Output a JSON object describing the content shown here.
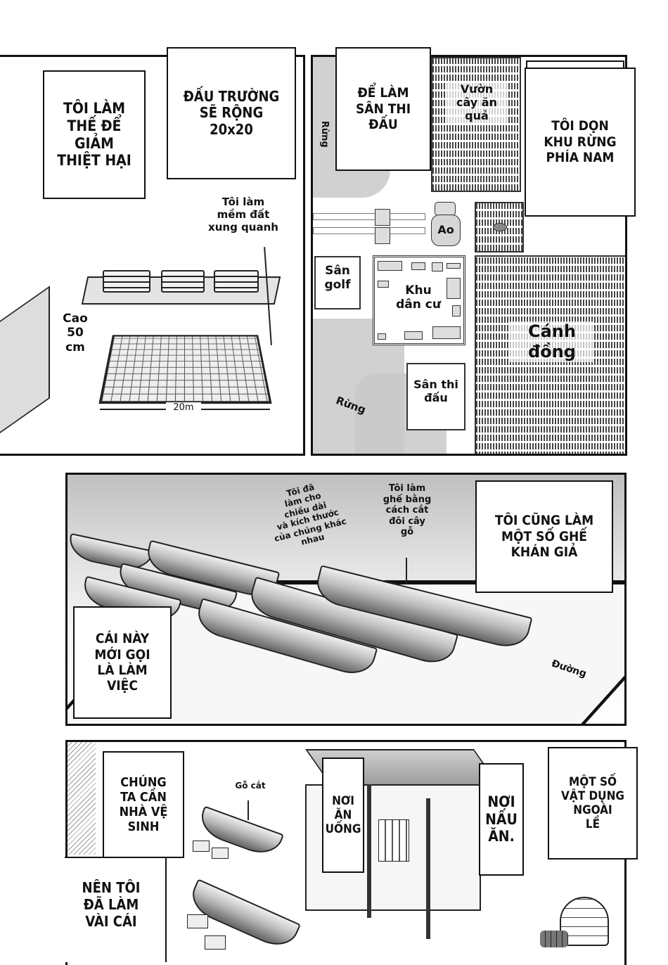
{
  "panel1": {
    "caption_left": "TÔI LÀM\nTHẾ ĐỂ\nGIẢM\nTHIỆT HẠI",
    "caption_right": "ĐẤU TRƯỜNG\nSẼ RỘNG\n20x20",
    "note_soften": "Tôi làm\nmềm đất\nxung quanh",
    "note_height": "Cao\n50\ncm",
    "dimension_label": "20m"
  },
  "panel2_map": {
    "caption_purpose": "ĐỂ LÀM\nSÂN THI\nĐẤU",
    "caption_clear": "TÔI DỌN\nKHU RỪNG\nPHÍA NAM",
    "labels": {
      "forest_top": "Rừng",
      "orchard": "Vườn\ncây ăn\nquả",
      "pond": "Ao",
      "golf": "Sân\ngolf",
      "residential": "Khu\ndân cư",
      "field": "Cánh\nđồng",
      "arena": "Sân thi\nđấu",
      "forest_bottom": "Rừng"
    }
  },
  "panel3": {
    "caption_seats": "TÔI CŨNG LÀM\nMỘT SỐ GHẾ\nKHÁN GIẢ",
    "caption_work": "CÁI NÀY\nMỚI GỌI\nLÀ LÀM\nVIỆC",
    "note_varied": "Tôi đã\nlàm cho\nchiều dài\nvà kích thước\ncủa chúng khác\nnhau",
    "note_cut": "Tôi làm\nghế bằng\ncách cắt\nđôi cây\ngỗ",
    "road_label": "Đường"
  },
  "panel4": {
    "caption_toilet": "CHÚNG\nTA CẦN\nNHÀ VỆ\nSINH",
    "caption_made": "NÊN TÔI\nĐÃ LÀM\nVÀI CÁI",
    "note_wood": "Gỗ cắt",
    "caption_eat": "NƠI\nĂN\nUỐNG",
    "caption_cook": "NƠI\nNẤU\nĂN.",
    "caption_misc": "MỘT SỐ\nVẬT DỤNG\nNGOÀI\nLỀ"
  }
}
